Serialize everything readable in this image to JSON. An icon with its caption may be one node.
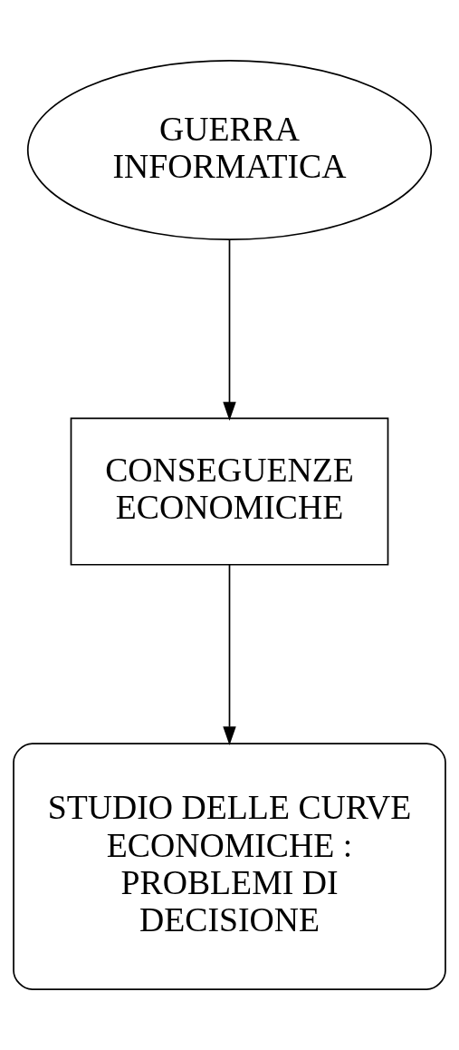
{
  "diagram": {
    "nodes": [
      {
        "text": [
          "GUERRA INFORMATICA"
        ]
      },
      {
        "text": [
          "CONSEGUENZE ECONOMICHE"
        ]
      },
      {
        "text": [
          "STUDIO DELLE CURVE ECONOMICHE : PROBLEMI DI DECISIONE"
        ]
      }
    ],
    "edges": [
      {
        "from": 0,
        "to": 1,
        "arrow": "to"
      },
      {
        "from": 1,
        "to": 2,
        "arrow": "to"
      }
    ]
  }
}
